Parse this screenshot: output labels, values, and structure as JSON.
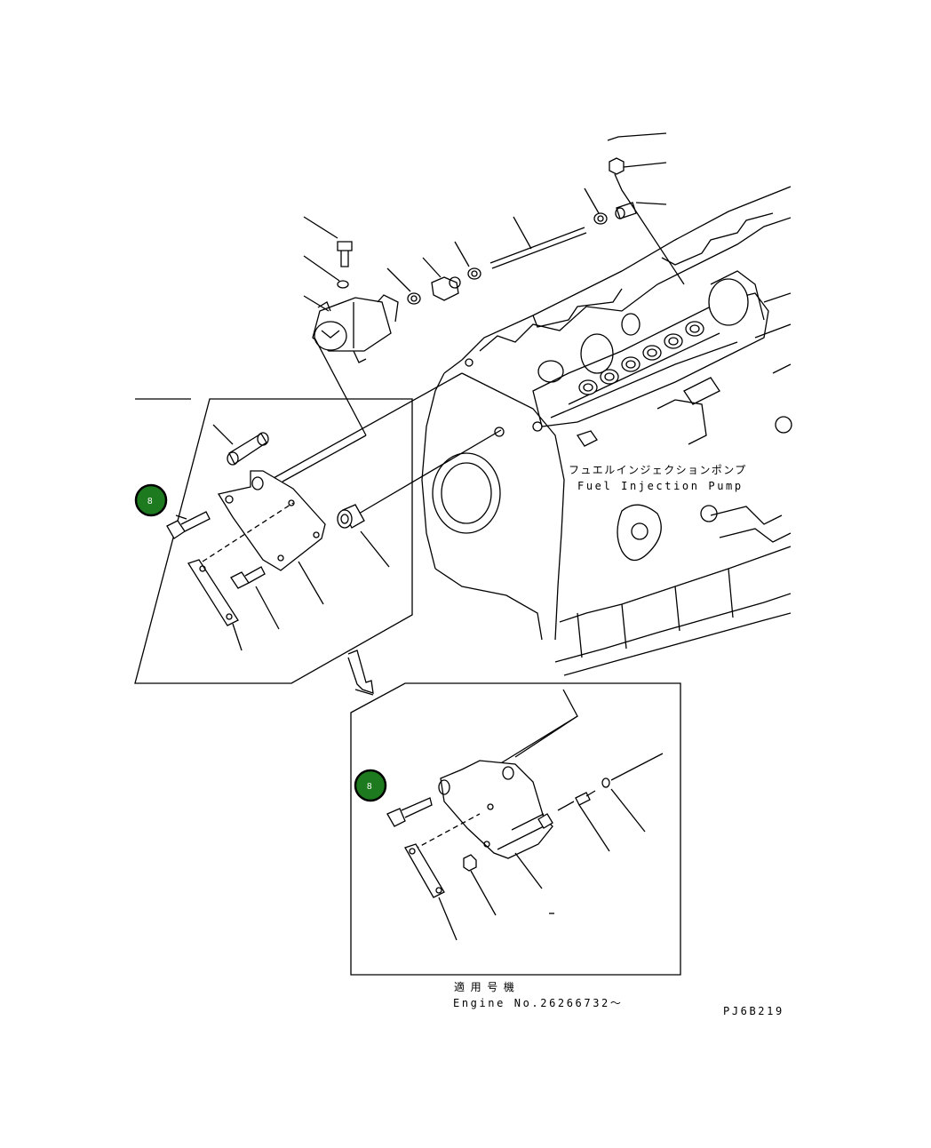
{
  "labels": {
    "pump_jp": "フュエルインジェクションポンプ",
    "pump_en": "Fuel Injection Pump",
    "applicable_jp": "適 用 号 機",
    "engine_no": "Engine No.26266732～",
    "drawing_code": "PJ6B219"
  },
  "callouts": [
    {
      "number": "8",
      "color": "#1e7a1e"
    },
    {
      "number": "8",
      "color": "#1e7a1e"
    }
  ]
}
